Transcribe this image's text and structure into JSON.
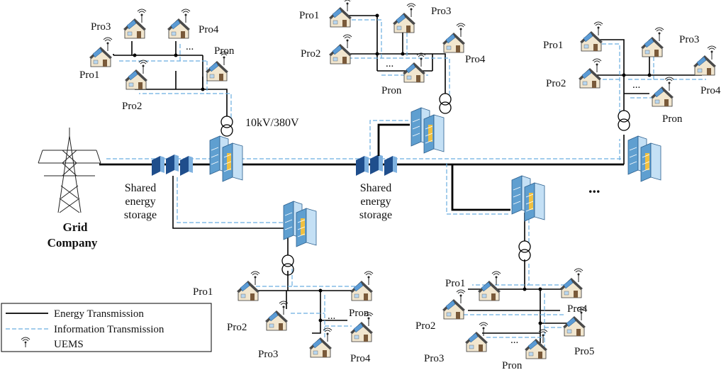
{
  "labels": {
    "voltage": "10kV/380V",
    "grid_line1": "Grid",
    "grid_line2": "Company",
    "storage1": [
      "Shared",
      "energy",
      "storage"
    ],
    "storage2": [
      "Shared",
      "energy",
      "storage"
    ],
    "ellipsis": "..."
  },
  "clusters": {
    "c1": {
      "pro1": "Pro1",
      "pro2": "Pro2",
      "pro3": "Pro3",
      "pro4": "Pro4",
      "pron": "Pron"
    },
    "c2": {
      "pro1": "Pro1",
      "pro2": "Pro2",
      "pro3": "Pro3",
      "pro4": "Pro4",
      "pron": "Pron"
    },
    "c3": {
      "pro1": "Pro1",
      "pro2": "Pro2",
      "pro3": "Pro3",
      "pro4": "Pro4",
      "pron": "Pron"
    },
    "c4": {
      "pro1": "Pro1",
      "pro2": "Pro2",
      "pro3": "Pro3",
      "pro4": "Pro4",
      "pron": "Pron"
    },
    "c5": {
      "pro1": "Pro1",
      "pro2": "Pro2",
      "pro3": "Pro3",
      "pro4": "Pro4",
      "pro5": "Pro5",
      "pron": "Pron"
    }
  },
  "legend": {
    "energy": "Energy Transmission",
    "info": "Information Transmission",
    "uems": "UEMS"
  },
  "colors": {
    "energy_line": "#000000",
    "info_line": "#6aaee0",
    "house_roof": "#4a4a4a",
    "house_wall": "#f1e6cf",
    "solar_panel": "#5b9bd5",
    "server": "#8fc3e8",
    "storage": "#1f4e8c"
  }
}
